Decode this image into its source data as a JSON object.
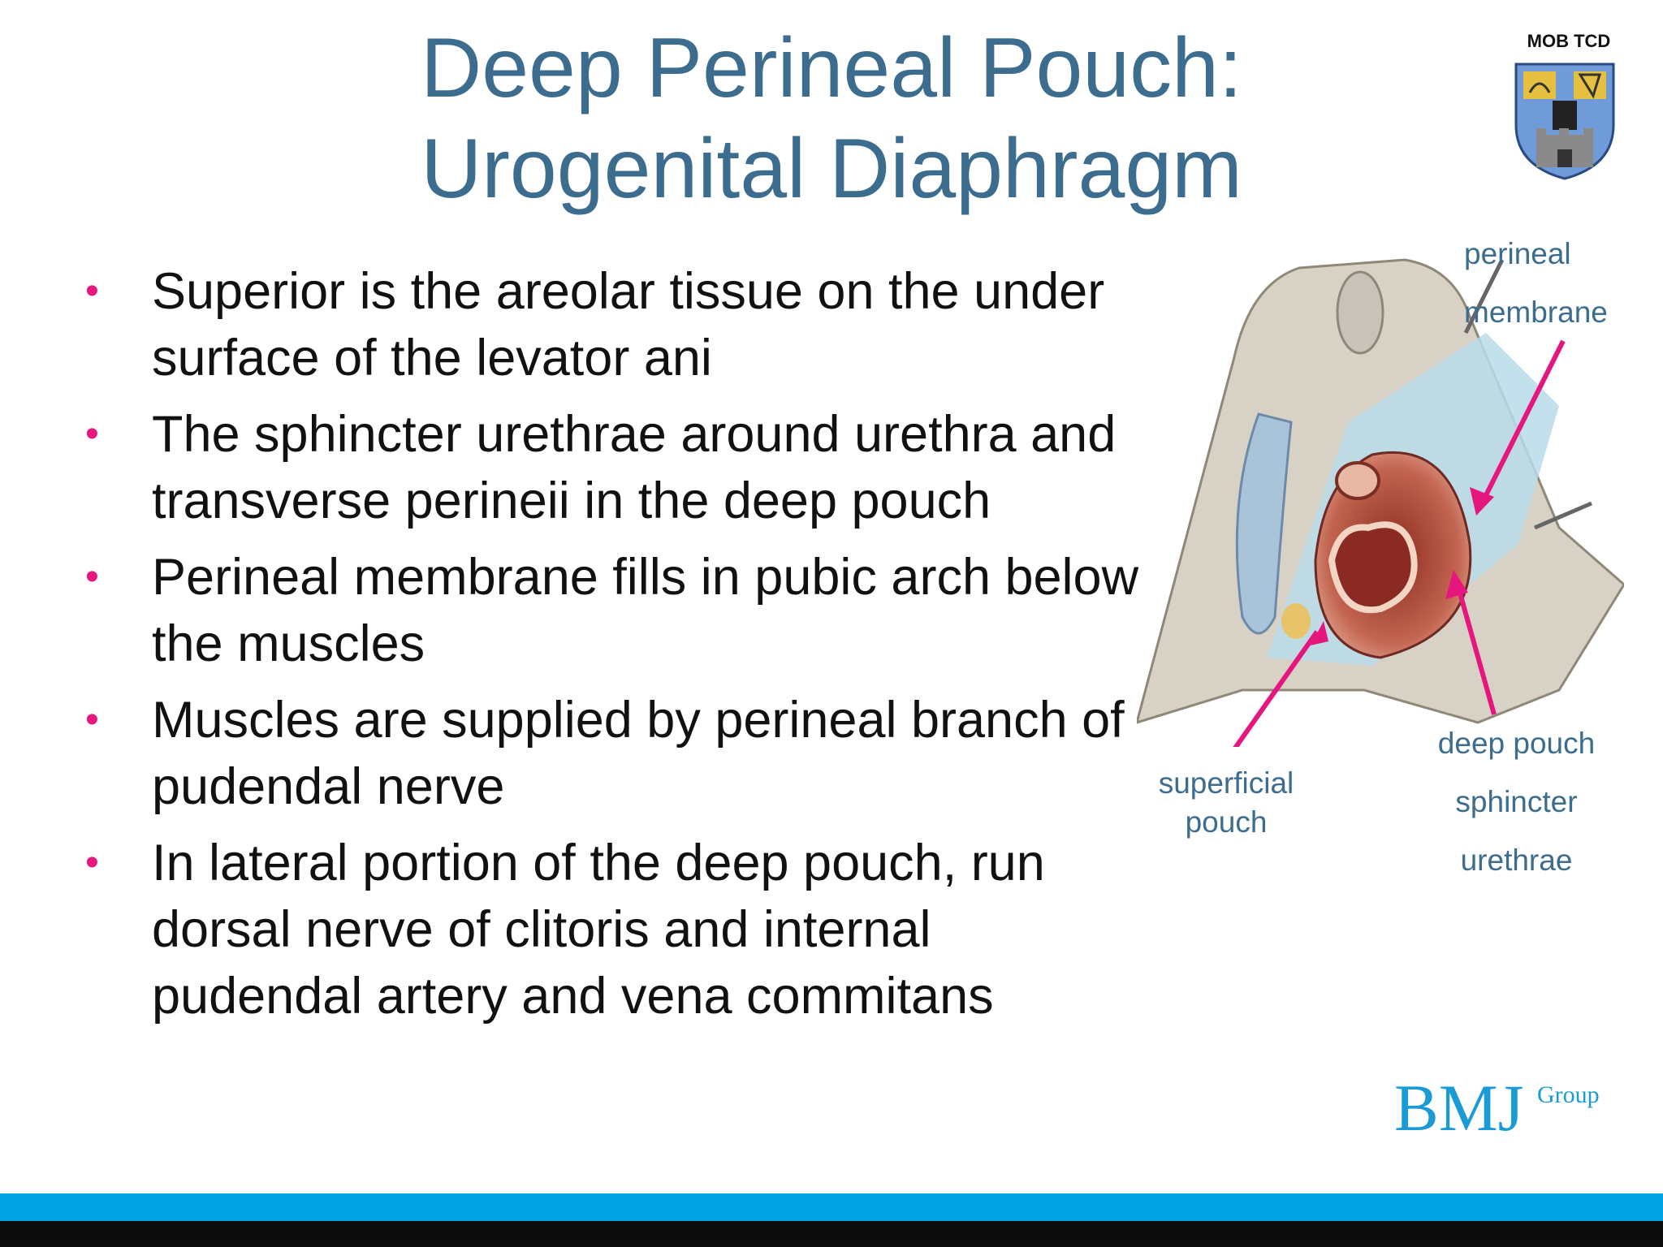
{
  "slide": {
    "title_line1": "Deep Perineal Pouch:",
    "title_line2": "Urogenital Diaphragm",
    "crest_label": "MOB TCD",
    "bullets": [
      "Superior is the areolar tissue  on the under surface of the levator ani",
      "The sphincter urethrae around urethra and transverse perineii in the deep pouch",
      "Perineal membrane fills in pubic arch below the muscles",
      "Muscles are supplied by perineal branch of pudendal nerve",
      "In lateral portion of the deep pouch, run dorsal nerve of clitoris and internal pudendal artery and vena commitans"
    ],
    "bullet_glyph": "•",
    "figure_labels": {
      "perineal": "perineal",
      "membrane": "membrane",
      "superficial": "superficial",
      "pouch": "pouch",
      "deep_pouch": "deep pouch",
      "sphincter": "sphincter",
      "urethrae": "urethrae"
    },
    "bmj_logo_main": "BMJ",
    "bmj_logo_sub": "Group"
  },
  "colors": {
    "title": "#3d6d8e",
    "bullet": "#e5177e",
    "arrow": "#e5177e",
    "footer_blue": "#00a6e3",
    "footer_black": "#0b0b0b",
    "bmj_blue": "#1a9bd6"
  }
}
